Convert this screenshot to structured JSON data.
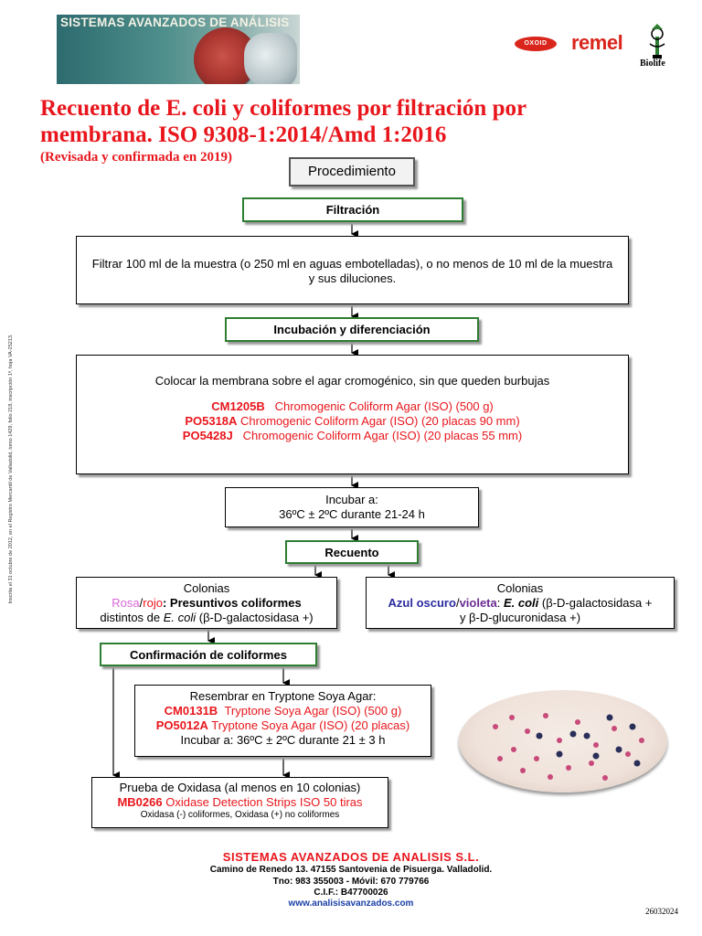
{
  "header": {
    "banner_text": "SISTEMAS AVANZADOS DE ANÁLISIS",
    "logos": {
      "oxoid": "OXOID",
      "remel": "remel",
      "biolife": "Biolife"
    }
  },
  "title": {
    "line1": "Recuento de E. coli y coliformes por filtración por",
    "line2": "membrana. ISO 9308-1:2014/Amd 1:2016",
    "subtitle": "(Revisada y confirmada en 2019)"
  },
  "side_text": "Inscrita el 31 octubre de 2012, en el Registro Mercantil de Valladolid,  tomo 1429, folio 218, inscripción 1ª, hoja VA-25213.",
  "procedure": {
    "title": "Procedimiento",
    "filtration": {
      "title": "Filtración",
      "text": "Filtrar 100 ml de la muestra (o 250 ml en aguas embotelladas), o no menos de 10 ml de la muestra y sus diluciones."
    },
    "incubation": {
      "title": "Incubación y diferenciación",
      "text": "Colocar la membrana sobre el agar cromogénico, sin que queden burbujas",
      "products": [
        {
          "code": "CM1205B",
          "desc": "Chromogenic Coliform Agar (ISO)  (500 g)"
        },
        {
          "code": "PO5318A",
          "desc": "Chromogenic Coliform Agar (ISO) (20 placas 90 mm)"
        },
        {
          "code": "PO5428J",
          "desc": "Chromogenic Coliform Agar (ISO) (20 placas 55 mm)"
        }
      ]
    },
    "incubate": {
      "line1": "Incubar a:",
      "line2": "36ºC ± 2ºC  durante 21-24 h"
    },
    "count": {
      "title": "Recuento"
    },
    "colonies_left": {
      "title": "Colonias",
      "color_a": "Rosa",
      "sep": "/",
      "color_b": "rojo",
      "label": ": Presuntivos coliformes",
      "line2_pre": "distintos de ",
      "line2_ital": "E. coli",
      "line2_post": " (β-D-galactosidasa +)"
    },
    "colonies_right": {
      "title": "Colonias",
      "color_a": "Azul oscuro",
      "sep": "/",
      "color_b": "violeta",
      "colon": ": ",
      "species": "E. coli",
      "line1_post": " (β-D-galactosidasa +",
      "line2": "y β-D-glucuronidasa +)"
    },
    "confirmation": {
      "title": "Confirmación de coliformes",
      "text1": "Resembrar en Tryptone Soya Agar:",
      "products": [
        {
          "code": "CM0131B",
          "desc": "Tryptone Soya Agar (ISO)  (500 g)"
        },
        {
          "code": "PO5012A",
          "desc": "Tryptone Soya Agar (ISO) (20 placas)"
        }
      ],
      "text2": "Incubar a: 36ºC ± 2ºC  durante 21 ± 3 h"
    },
    "oxidase": {
      "text1": "Prueba de Oxidasa (al menos en 10 colonias)",
      "code": "MB0266",
      "desc": "Oxidase Detection Strips ISO 50 tiras",
      "note": "Oxidasa (-) coliformes,  Oxidasa (+) no coliformes"
    }
  },
  "footer": {
    "company": "SISTEMAS AVANZADOS DE ANALISIS S.L.",
    "address": "Camino de Renedo 13. 47155 Santovenia de Pisuerga. Valladolid.",
    "phone": "Tno: 983 355003 - Móvil: 670 779766",
    "cif": "C.I.F.: B47700026",
    "web": "www.analisisavanzados.com",
    "doc_code": "26032024"
  },
  "colors": {
    "title_red": "#e8161c",
    "header_border": "#2e7d32",
    "pink": "#d966d6",
    "blue": "#2a2aa0",
    "violet": "#6a2c91"
  }
}
